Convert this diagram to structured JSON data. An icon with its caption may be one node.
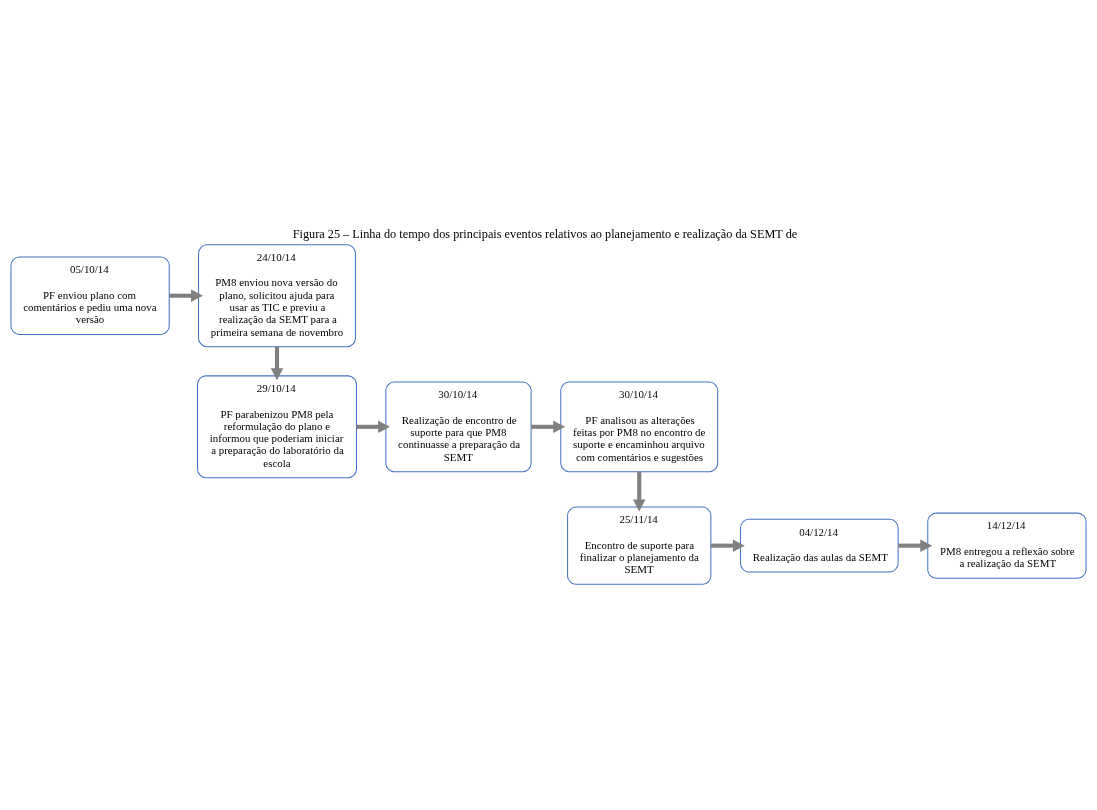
{
  "diagram": {
    "title": "Figura 25 – Linha do tempo dos principais eventos relativos ao planejamento e realização da SEMT de",
    "nodes": [
      {
        "text": [
          "05/10/14",
          "PF enviou plano com comentários e pediu uma nova versão"
        ]
      },
      {
        "text": [
          "24/10/14",
          "PM8 enviou nova versão do plano, solicitou ajuda para usar as TIC e previu a realização da SEMT para a primeira semana de novembro"
        ]
      },
      {
        "text": [
          "29/10/14",
          "PF parabenizou PM8 pela reformulação do plano e informou que poderiam iniciar a preparação do laboratório da escola"
        ]
      },
      {
        "text": [
          "30/10/14",
          "Realização de encontro de suporte para que PM8 continuasse a preparação da SEMT"
        ]
      },
      {
        "text": [
          "30/10/14",
          "PF analisou as alterações feitas por PM8 no encontro de suporte e encaminhou arquivo com comentários e sugestões"
        ]
      },
      {
        "text": [
          "25/11/14",
          "Encontro de suporte para finalizar o planejamento da SEMT"
        ]
      },
      {
        "text": [
          "04/12/14",
          "Realização das aulas da SEMT"
        ]
      },
      {
        "text": [
          "14/12/14",
          "PM8 entregou a reflexão sobre a realização da SEMT"
        ]
      }
    ],
    "edges": [
      {
        "from": 0,
        "to": 1,
        "arrow": "to"
      },
      {
        "from": 1,
        "to": 2,
        "arrow": "to"
      },
      {
        "from": 2,
        "to": 3,
        "arrow": "to"
      },
      {
        "from": 3,
        "to": 4,
        "arrow": "to"
      },
      {
        "from": 4,
        "to": 5,
        "arrow": "to"
      },
      {
        "from": 5,
        "to": 6,
        "arrow": "to"
      },
      {
        "from": 6,
        "to": 7,
        "arrow": "to"
      }
    ]
  }
}
